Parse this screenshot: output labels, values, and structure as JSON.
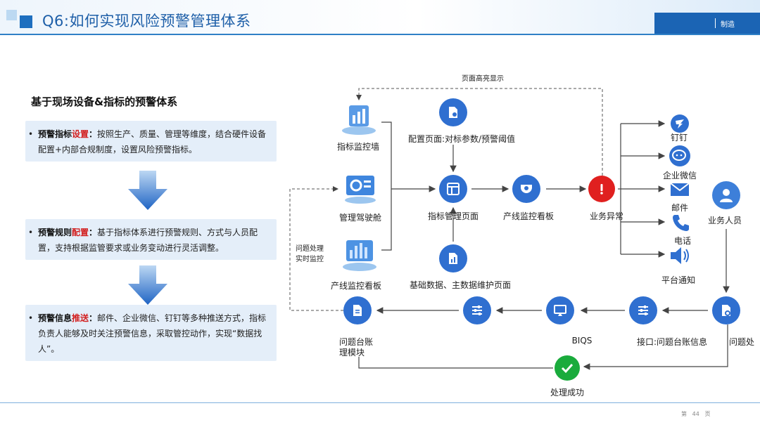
{
  "header": {
    "title": "Q6:如何实现风险预警管理体系",
    "tag": "制造"
  },
  "left_panel": {
    "section_title": "基于现场设备&指标的预警体系",
    "boxes": [
      {
        "key": "预警指标",
        "highlight": "设置",
        "colon": "：",
        "text": "按照生产、质量、管理等维度，结合硬件设备配置+内部合规制度，设置风险预警指标。"
      },
      {
        "key": "预警规则",
        "highlight": "配置",
        "colon": "：",
        "text": "基于指标体系进行预警规则、方式与人员配置，支持根据监管要求或业务变动进行灵活调整。"
      },
      {
        "key": "预警信息",
        "highlight": "推送",
        "colon": "：",
        "text": "邮件、企业微信、钉钉等多种推送方式，指标负责人能够及时关注预警信息，采取管控动作，实现“数据找人”。"
      }
    ],
    "bullet": "•"
  },
  "diagram": {
    "page_highlight": "页面高亮显示",
    "sources": [
      "指标监控墙",
      "管理驾驶舱",
      "产线监控看板"
    ],
    "loop_label_1": "问题处理",
    "loop_label_2": "实时监控",
    "config_page": "配置页面:对标参数/预警阈值",
    "indicator_page": "指标管理页面",
    "line_board": "产线监控看板",
    "base_data": "基础数据、主数据维护页面",
    "business_alert": "业务异常",
    "channels": [
      "钉钉",
      "企业微信",
      "邮件",
      "电话",
      "平台通知"
    ],
    "business_person": "业务人员",
    "problem_handle": "问题处",
    "interface": "接口:问题台账信息",
    "biqs": "BIQS",
    "ledger_1": "问题台账",
    "ledger_2": "理模块",
    "success": "处理成功"
  },
  "footer": {
    "page_prefix": "第",
    "page_number": "44",
    "page_suffix": "页"
  },
  "colors": {
    "brand_blue": "#1e6fbf",
    "node_blue": "#2f6fd0",
    "alert_red": "#e0201f",
    "success_green": "#1aab3c",
    "box_bg": "#e4eef9"
  }
}
